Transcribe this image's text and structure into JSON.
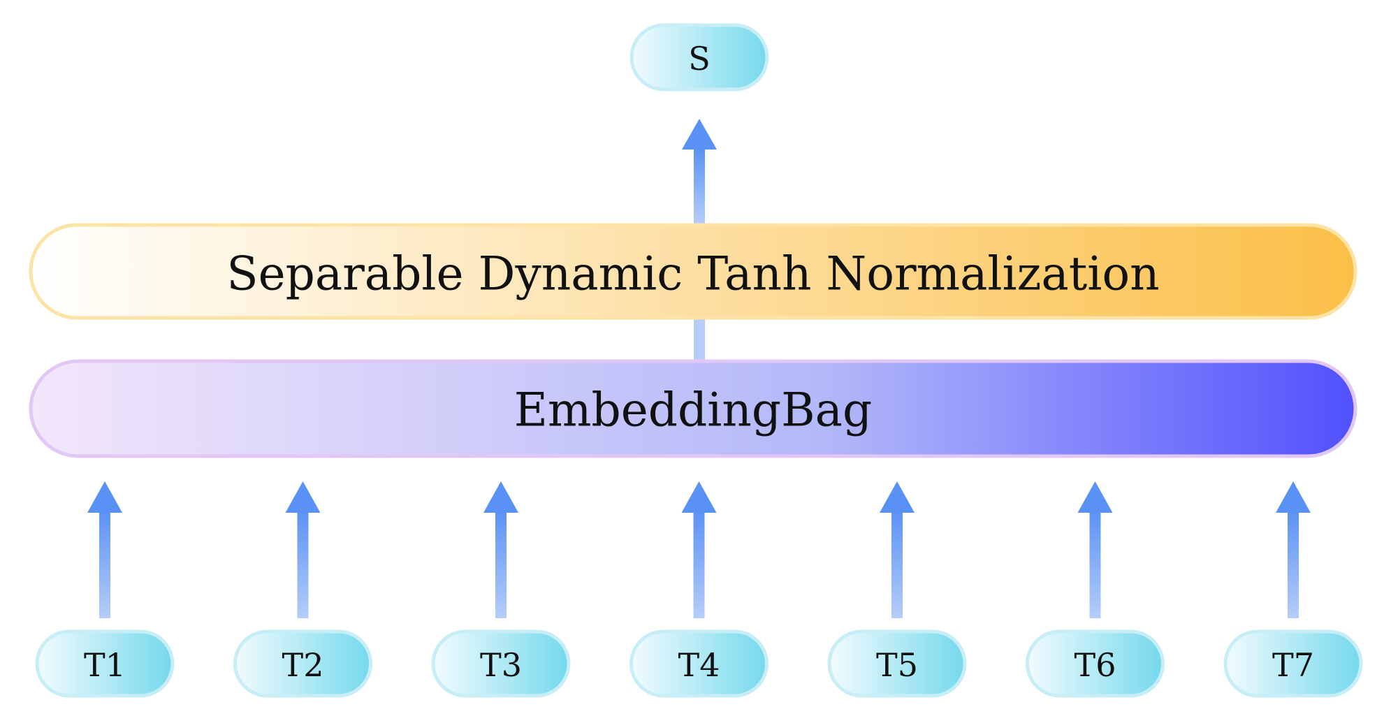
{
  "diagram": {
    "output": {
      "label": "S"
    },
    "norm_layer": {
      "label": "Separable Dynamic Tanh Normalization"
    },
    "embedding_layer": {
      "label": "EmbeddingBag"
    },
    "tokens": [
      {
        "label": "T1"
      },
      {
        "label": "T2"
      },
      {
        "label": "T3"
      },
      {
        "label": "T4"
      },
      {
        "label": "T5"
      },
      {
        "label": "T6"
      },
      {
        "label": "T7"
      }
    ]
  },
  "colors": {
    "token_fill_start": "#f2fbfe",
    "token_fill_end": "#74d9ec",
    "token_border": "#c7eef6",
    "norm_fill_start": "#ffffff",
    "norm_fill_end": "#fbbf47",
    "norm_border": "#fde3a5",
    "embed_fill_start": "#f3e6fb",
    "embed_fill_mid": "#b3b8f9",
    "embed_fill_end": "#5151fd",
    "embed_border": "#e2c7f6",
    "arrow_dark": "#5a91f5",
    "arrow_light": "#b5cdf8"
  }
}
